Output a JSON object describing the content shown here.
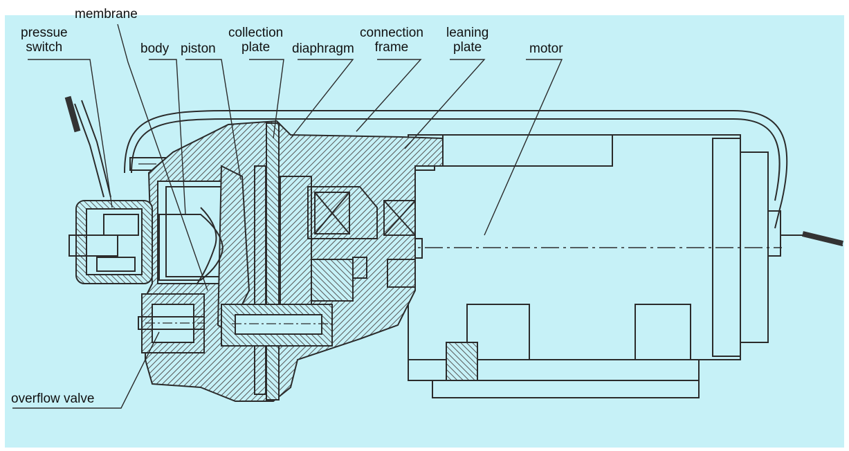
{
  "colors": {
    "background": "#c6f1f7",
    "line": "#2b2b2b",
    "hatch": "#555555",
    "text": "#111111"
  },
  "labels": {
    "membrane": "membrane",
    "pressure_switch": [
      "pressue",
      "switch"
    ],
    "body": "body",
    "piston": "piston",
    "collection_plate": [
      "collection",
      "plate"
    ],
    "diaphragm": "diaphragm",
    "connection_frame": [
      "connection",
      "frame"
    ],
    "leaning_plate": [
      "leaning",
      "plate"
    ],
    "motor": "motor",
    "overflow_valve": "overflow valve"
  }
}
